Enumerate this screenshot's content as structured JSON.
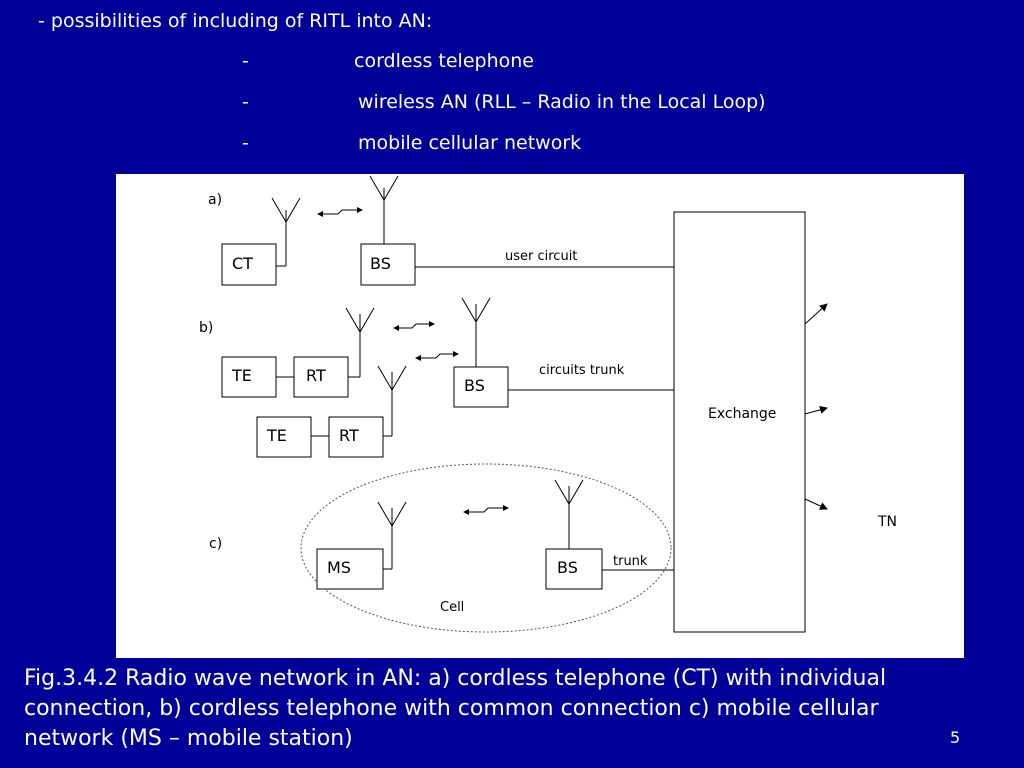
{
  "heading": "- possibilities of including of RITL into AN:",
  "bullets": [
    {
      "dash": "-",
      "text": "cordless telephone"
    },
    {
      "dash": "-",
      "text": "wireless AN (RLL – Radio in the Local Loop)"
    },
    {
      "dash": "-",
      "text": "mobile cellular network"
    }
  ],
  "diagram": {
    "section_a": "a)",
    "section_b": "b)",
    "section_c": "c)",
    "ct": "CT",
    "bs_a": "BS",
    "user_circuit": "user circuit",
    "te1": "TE",
    "rt1": "RT",
    "te2": "TE",
    "rt2": "RT",
    "bs_b": "BS",
    "circuits_trunk": "circuits trunk",
    "exchange": "Exchange",
    "tn": "TN",
    "ms": "MS",
    "bs_c": "BS",
    "trunk": "trunk",
    "cell": "Cell"
  },
  "caption": "Fig.3.4.2 Radio wave network in AN: a) cordless telephone (CT) with individual connection, b) cordless telephone with common connection c) mobile cellular network (MS – mobile station)",
  "page_number": "5",
  "colors": {
    "background": "#000099",
    "figure_bg": "#ffffff",
    "text": "#ffffff"
  }
}
